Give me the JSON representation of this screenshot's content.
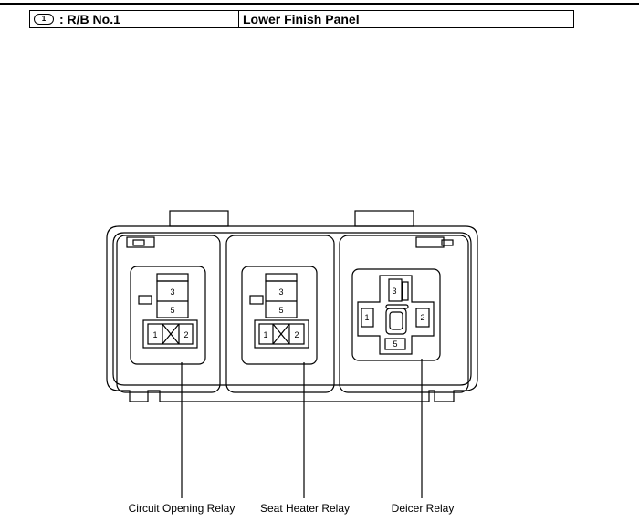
{
  "header": {
    "ref_number": "1",
    "location_label": ": R/B No.1",
    "panel_label": "Lower Finish Panel"
  },
  "relays": [
    {
      "name": "Circuit Opening Relay",
      "terminals": [
        "3",
        "5",
        "1",
        "2"
      ]
    },
    {
      "name": "Seat Heater Relay",
      "terminals": [
        "3",
        "5",
        "1",
        "2"
      ]
    },
    {
      "name": "Deicer Relay",
      "terminals": [
        "3",
        "1",
        "2",
        "5"
      ]
    }
  ]
}
